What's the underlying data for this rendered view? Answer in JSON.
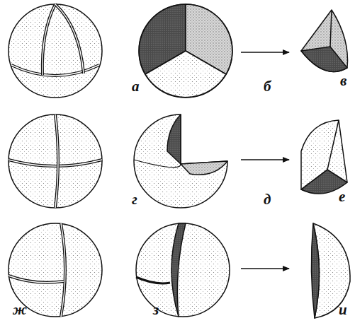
{
  "diagram": {
    "labels": [
      "а",
      "б",
      "в",
      "г",
      "д",
      "е",
      "ж",
      "з",
      "и"
    ]
  }
}
